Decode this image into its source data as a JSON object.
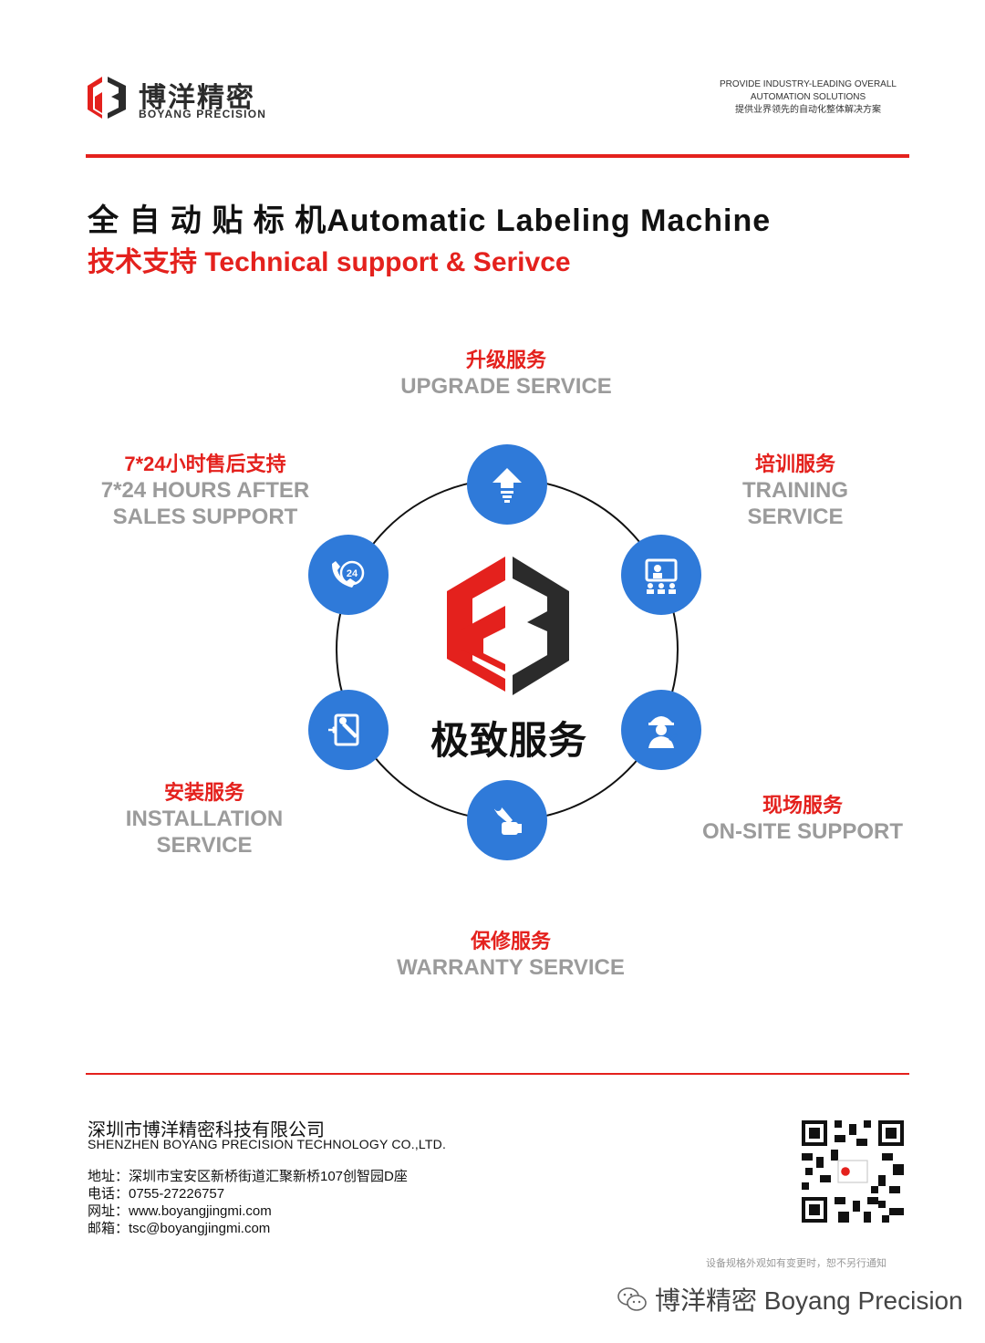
{
  "header": {
    "brand_cn": "博洋精密",
    "brand_en": "BOYANG PRECISION",
    "tagline_line1": "PROVIDE INDUSTRY-LEADING OVERALL",
    "tagline_line2": "AUTOMATION SOLUTIONS",
    "tagline_line3": "提供业界领先的自动化整体解决方案"
  },
  "title": "全 自 动 贴 标 机Automatic Labeling Machine",
  "subtitle": "技术支持  Technical support & Serivce",
  "diagram": {
    "center_label": "极致服务",
    "services": {
      "upgrade": {
        "cn": "升级服务",
        "en": "UPGRADE SERVICE",
        "icon": "upload-arrow-icon"
      },
      "training": {
        "cn": "培训服务",
        "en": "TRAINING\nSERVICE",
        "icon": "presentation-board-icon"
      },
      "onsite": {
        "cn": "现场服务",
        "en": "ON-SITE SUPPORT",
        "icon": "engineer-icon"
      },
      "warranty": {
        "cn": "保修服务",
        "en": "WARRANTY SERVICE",
        "icon": "wrench-hand-icon"
      },
      "installation": {
        "cn": "安装服务",
        "en": "INSTALLATION\nSERVICE",
        "icon": "door-wrench-icon"
      },
      "support247": {
        "cn": "7*24小时售后支持",
        "en": "7*24 HOURS AFTER\nSALES SUPPORT",
        "icon": "phone-24-icon"
      }
    }
  },
  "footer": {
    "company_cn": "深圳市博洋精密科技有限公司",
    "company_en": "SHENZHEN BOYANG PRECISION TECHNOLOGY CO.,LTD.",
    "address": "地址：深圳市宝安区新桥街道汇聚新桥107创智园D座",
    "phone": "电话：0755-27226757",
    "website": "网址：www.boyangjingmi.com",
    "email": "邮箱：tsc@boyangjingmi.com",
    "disclaimer": "设备规格外观如有变更时，恕不另行通知",
    "wechat_label": "博洋精密 Boyang Precision"
  },
  "colors": {
    "accent": "#e4211d",
    "node_blue": "#2f7ad9",
    "grey_text": "#9b9b9b"
  }
}
